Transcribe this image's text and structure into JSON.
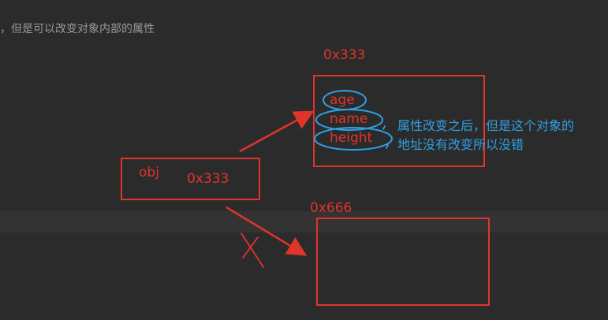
{
  "header": {
    "text": "，但是可以改变对象内部的属性"
  },
  "diagram": {
    "variable": {
      "name": "obj",
      "address": "0x333"
    },
    "object_original": {
      "address": "0x333",
      "properties": [
        "age",
        "name",
        "height"
      ]
    },
    "object_new": {
      "address": "0x666"
    },
    "note": {
      "line1": "属性改变之后，但是这个对象的",
      "line2": "地址没有改变所以没错"
    },
    "colors": {
      "annotation_red": "#e0342c",
      "annotation_blue": "#2ea0e4",
      "background": "#2b2b2b",
      "band": "#333333"
    }
  }
}
